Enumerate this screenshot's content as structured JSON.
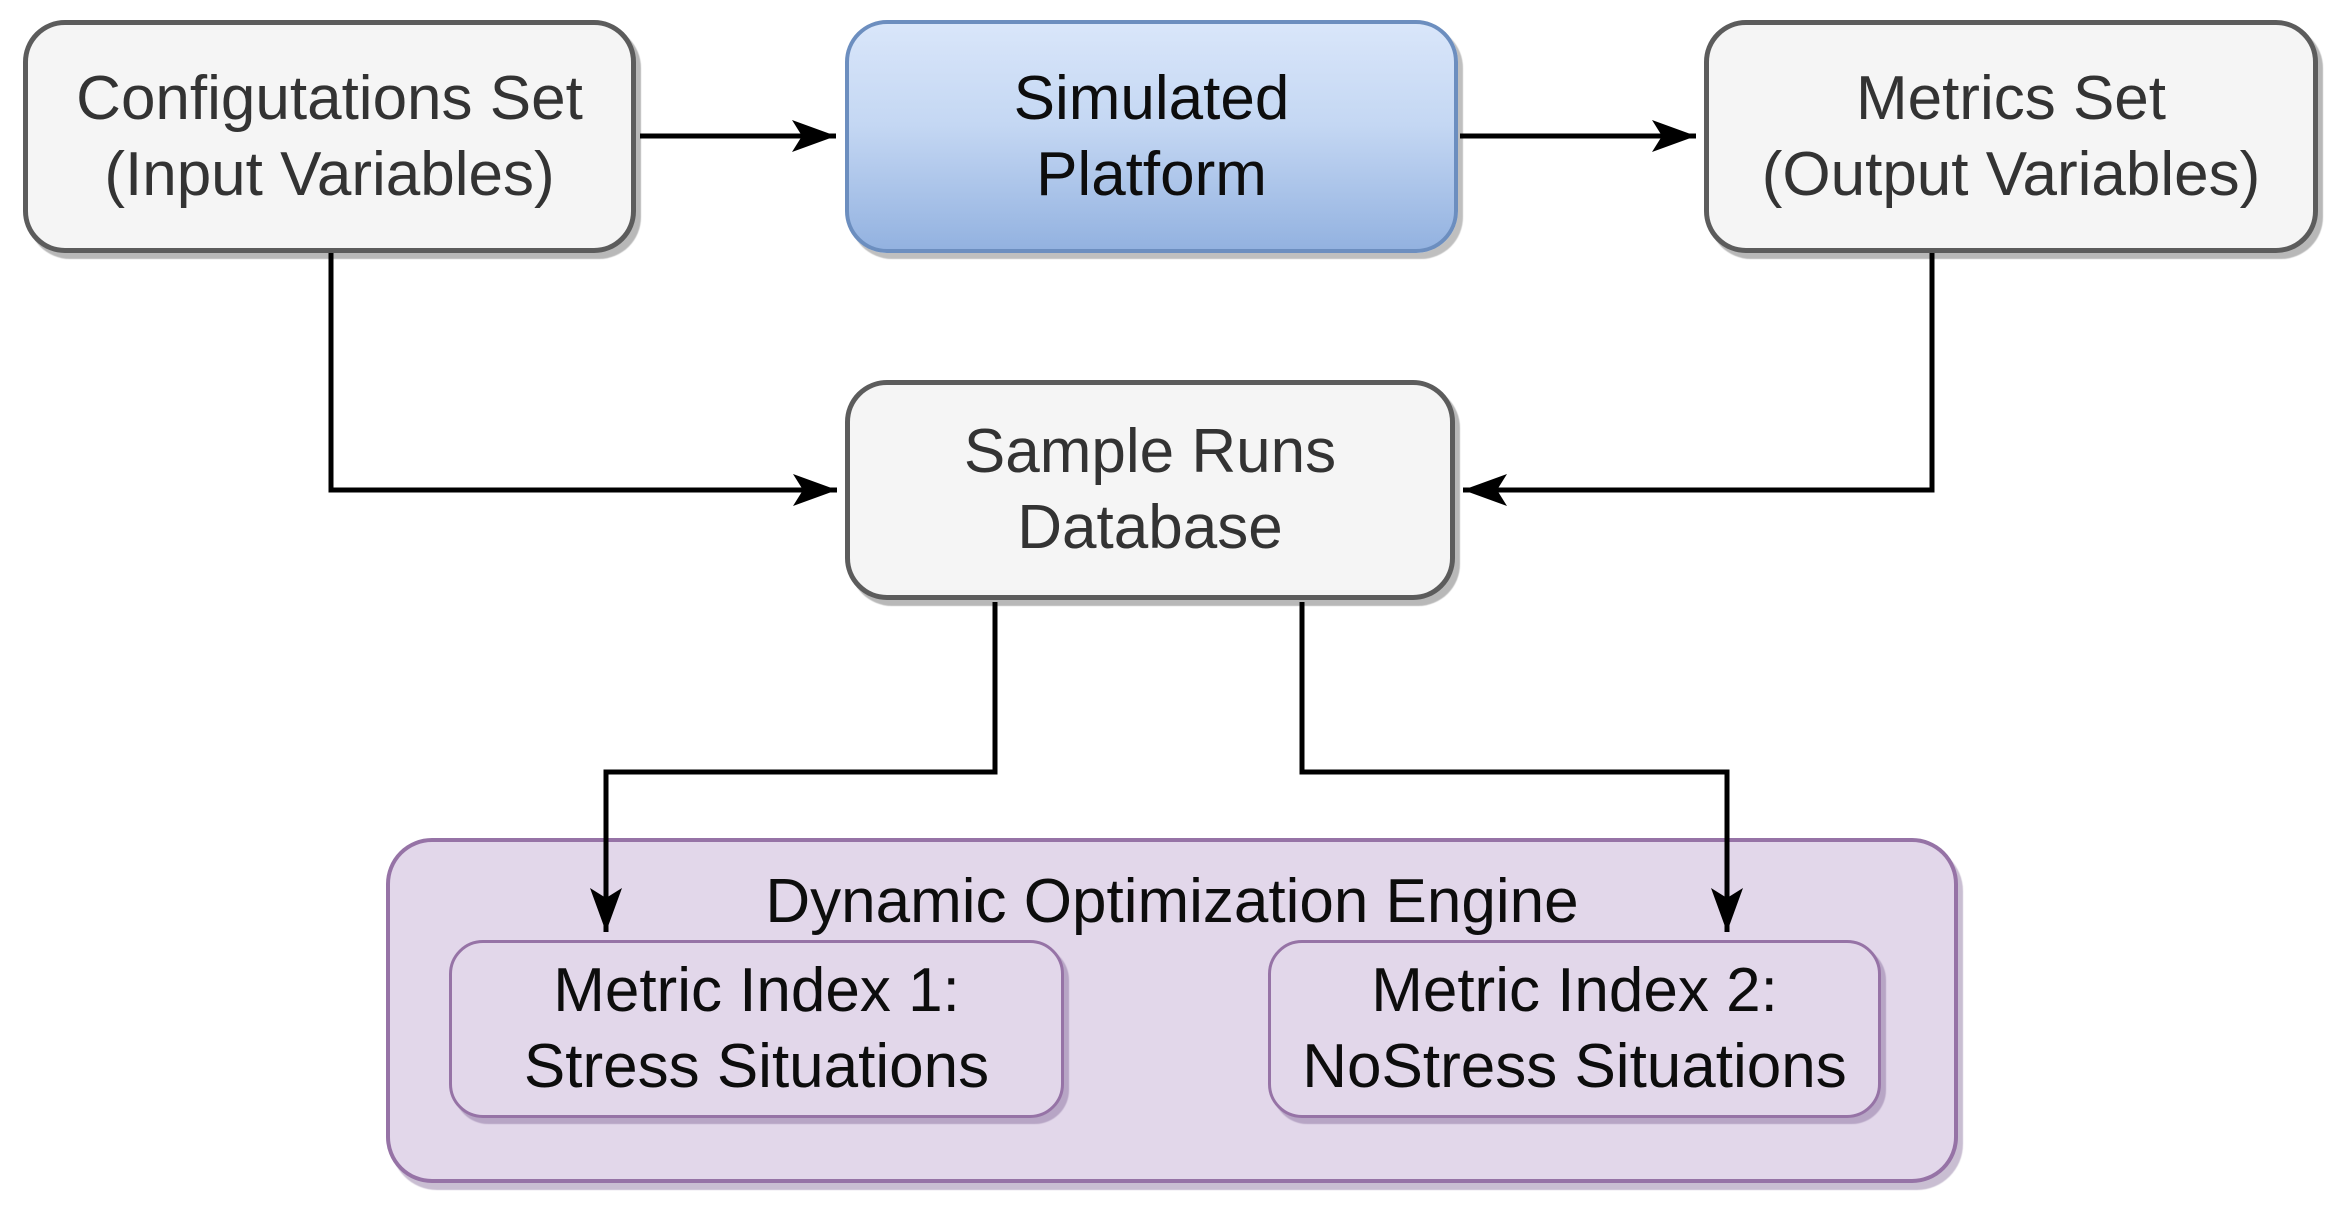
{
  "diagram": {
    "nodes": {
      "configurations": {
        "label": "Configutations Set\n(Input Variables)"
      },
      "platform": {
        "label": "Simulated\nPlatform"
      },
      "metrics": {
        "label": "Metrics Set\n(Output Variables)"
      },
      "database": {
        "label": "Sample Runs\nDatabase"
      },
      "engine": {
        "title": "Dynamic Optimization Engine"
      },
      "index1": {
        "label": "Metric Index 1:\nStress Situations"
      },
      "index2": {
        "label": "Metric Index 2:\nNoStress Situations"
      }
    },
    "edges": [
      {
        "from": "configurations",
        "to": "platform"
      },
      {
        "from": "platform",
        "to": "metrics"
      },
      {
        "from": "configurations",
        "to": "database"
      },
      {
        "from": "metrics",
        "to": "database"
      },
      {
        "from": "database",
        "to": "index1"
      },
      {
        "from": "database",
        "to": "index2"
      }
    ],
    "colors": {
      "node_fill": "#f5f5f5",
      "node_border": "#5c5c5c",
      "platform_fill_top": "#d9e6fa",
      "platform_fill_bottom": "#93b2e0",
      "platform_border": "#6c8ebf",
      "engine_fill": "#e2d7ea",
      "engine_border": "#9673a6",
      "arrow": "#000000",
      "background": "#ffffff"
    }
  }
}
